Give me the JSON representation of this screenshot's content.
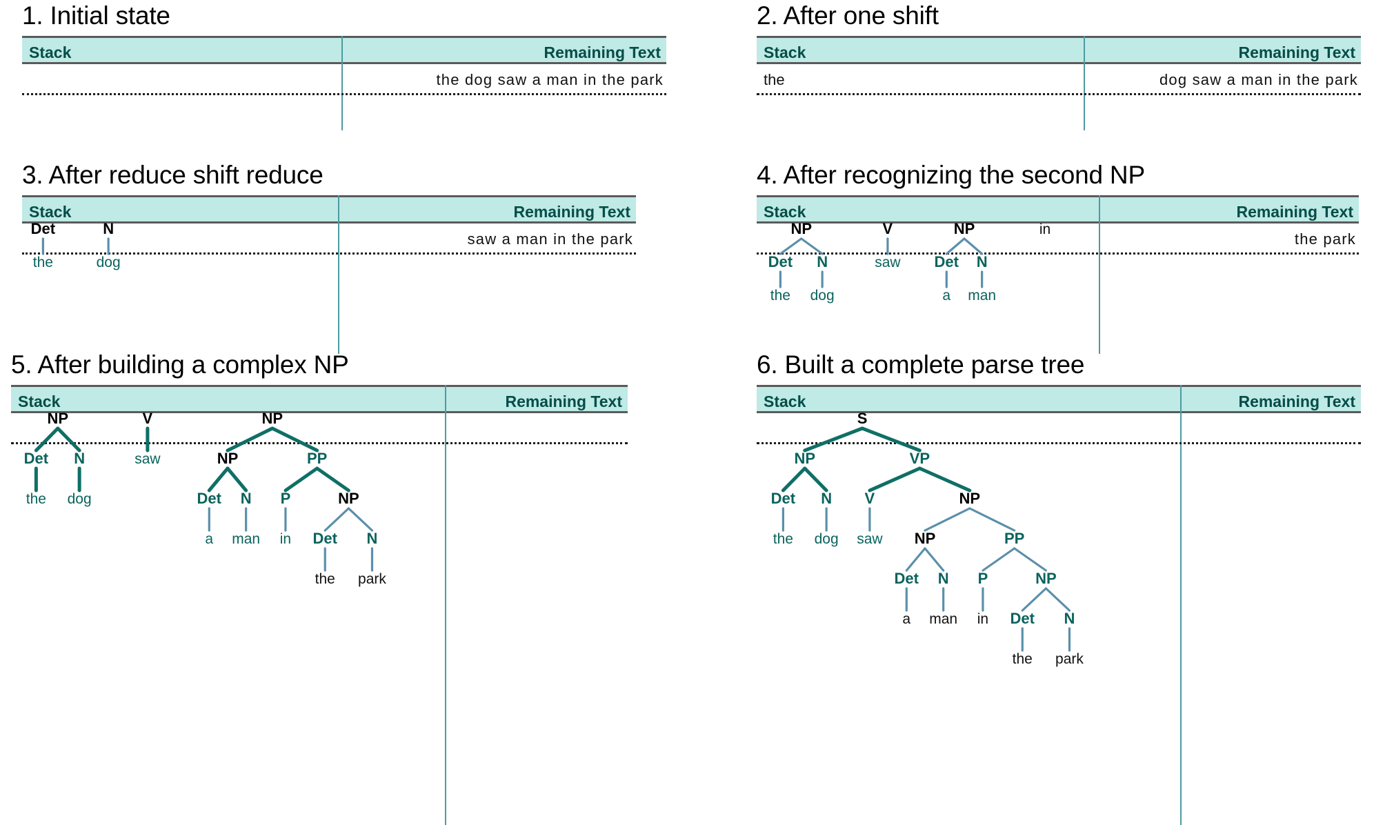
{
  "colors": {
    "header_bg": "#bfeae6",
    "header_text": "#064d48",
    "header_rule": "#5a5a5a",
    "divider": "#4e9aa0",
    "branch_thin": "#5b8fab",
    "branch_thick": "#0f6f66",
    "node_top": "#000000",
    "node_mid": "#0a635c",
    "leaf": "#0a635c",
    "body_text": "#111111"
  },
  "columns": {
    "stack": "Stack",
    "remaining": "Remaining Text"
  },
  "panels": [
    {
      "id": "panel-1",
      "title": "1. Initial state",
      "remaining_text": "the dog saw a man in the park",
      "stack_text": "",
      "trees": []
    },
    {
      "id": "panel-2",
      "title": "2. After one shift",
      "remaining_text": "dog saw a man in the park",
      "stack_text": "the",
      "trees": []
    },
    {
      "id": "panel-3",
      "title": "3. After reduce shift reduce",
      "remaining_text": "saw a man in the park",
      "stack_text": "",
      "trees": [
        {
          "label": "Det",
          "children": [
            {
              "label": "the"
            }
          ]
        },
        {
          "label": "N",
          "children": [
            {
              "label": "dog"
            }
          ]
        }
      ]
    },
    {
      "id": "panel-4",
      "title": "4. After recognizing the second NP",
      "remaining_text": "the park",
      "stack_text": "",
      "trees": [
        {
          "label": "NP",
          "children": [
            {
              "label": "Det",
              "children": [
                {
                  "label": "the"
                }
              ]
            },
            {
              "label": "N",
              "children": [
                {
                  "label": "dog"
                }
              ]
            }
          ]
        },
        {
          "label": "V",
          "children": [
            {
              "label": "saw"
            }
          ]
        },
        {
          "label": "NP",
          "children": [
            {
              "label": "Det",
              "children": [
                {
                  "label": "a"
                }
              ]
            },
            {
              "label": "N",
              "children": [
                {
                  "label": "man"
                }
              ]
            }
          ]
        },
        {
          "label": "in"
        }
      ]
    },
    {
      "id": "panel-5",
      "title": "5. After building a complex NP",
      "remaining_text": "",
      "stack_text": "",
      "trees": [
        {
          "label": "NP",
          "children": [
            {
              "label": "Det",
              "children": [
                {
                  "label": "the"
                }
              ]
            },
            {
              "label": "N",
              "children": [
                {
                  "label": "dog"
                }
              ]
            }
          ]
        },
        {
          "label": "V",
          "children": [
            {
              "label": "saw"
            }
          ]
        },
        {
          "label": "NP",
          "children": [
            {
              "label": "NP",
              "children": [
                {
                  "label": "Det",
                  "children": [
                    {
                      "label": "a"
                    }
                  ]
                },
                {
                  "label": "N",
                  "children": [
                    {
                      "label": "man"
                    }
                  ]
                }
              ]
            },
            {
              "label": "PP",
              "children": [
                {
                  "label": "P",
                  "children": [
                    {
                      "label": "in"
                    }
                  ]
                },
                {
                  "label": "NP",
                  "children": [
                    {
                      "label": "Det",
                      "children": [
                        {
                          "label": "the"
                        }
                      ]
                    },
                    {
                      "label": "N",
                      "children": [
                        {
                          "label": "park"
                        }
                      ]
                    }
                  ]
                }
              ]
            }
          ]
        }
      ]
    },
    {
      "id": "panel-6",
      "title": "6. Built a complete parse tree",
      "remaining_text": "",
      "stack_text": "",
      "trees": [
        {
          "label": "S",
          "children": [
            {
              "label": "NP",
              "children": [
                {
                  "label": "Det",
                  "children": [
                    {
                      "label": "the"
                    }
                  ]
                },
                {
                  "label": "N",
                  "children": [
                    {
                      "label": "dog"
                    }
                  ]
                }
              ]
            },
            {
              "label": "VP",
              "children": [
                {
                  "label": "V",
                  "children": [
                    {
                      "label": "saw"
                    }
                  ]
                },
                {
                  "label": "NP",
                  "children": [
                    {
                      "label": "NP",
                      "children": [
                        {
                          "label": "Det",
                          "children": [
                            {
                              "label": "a"
                            }
                          ]
                        },
                        {
                          "label": "N",
                          "children": [
                            {
                              "label": "man"
                            }
                          ]
                        }
                      ]
                    },
                    {
                      "label": "PP",
                      "children": [
                        {
                          "label": "P",
                          "children": [
                            {
                              "label": "in"
                            }
                          ]
                        },
                        {
                          "label": "NP",
                          "children": [
                            {
                              "label": "Det",
                              "children": [
                                {
                                  "label": "the"
                                }
                              ]
                            },
                            {
                              "label": "N",
                              "children": [
                                {
                                  "label": "park"
                                }
                              ]
                            }
                          ]
                        }
                      ]
                    }
                  ]
                }
              ]
            }
          ]
        }
      ]
    }
  ]
}
